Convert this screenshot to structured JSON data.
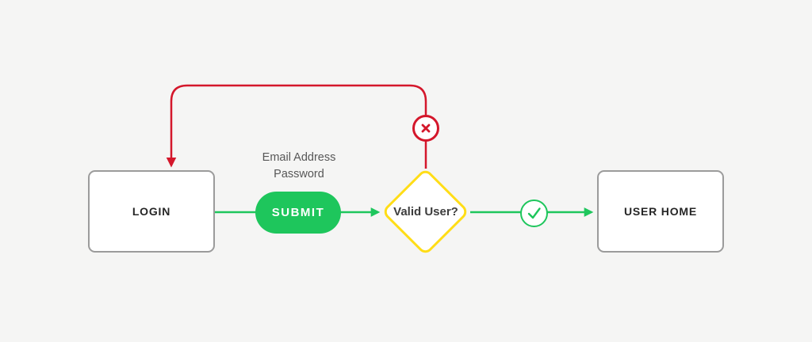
{
  "diagram": {
    "kind": "flowchart",
    "nodes": {
      "login": {
        "label": "LOGIN",
        "shape": "rounded-rectangle"
      },
      "submit": {
        "label": "SUBMIT",
        "shape": "pill-button"
      },
      "form_hint": {
        "line1": "Email Address",
        "line2": "Password"
      },
      "decision": {
        "label": "Valid User?",
        "shape": "diamond"
      },
      "user_home": {
        "label": "USER HOME",
        "shape": "rounded-rectangle"
      }
    },
    "edges": [
      {
        "from": "LOGIN",
        "to": "SUBMIT",
        "color": "green"
      },
      {
        "from": "SUBMIT",
        "to": "Valid User?",
        "color": "green"
      },
      {
        "from": "Valid User?",
        "to": "USER HOME",
        "color": "green",
        "badge": "check-icon"
      },
      {
        "from": "Valid User?",
        "to": "LOGIN",
        "color": "red",
        "badge": "x-icon",
        "style": "loop-over-top"
      }
    ],
    "icons": {
      "failure": "x-icon",
      "success": "check-icon"
    },
    "colors": {
      "background": "#F5F5F4",
      "green": "#1EC65C",
      "red": "#D4172B",
      "yellow": "#FFDD17",
      "box_border": "#9B9B9B",
      "dark_text": "#262626",
      "muted_text": "#575757",
      "pill_text": "#FFFFFF"
    }
  }
}
